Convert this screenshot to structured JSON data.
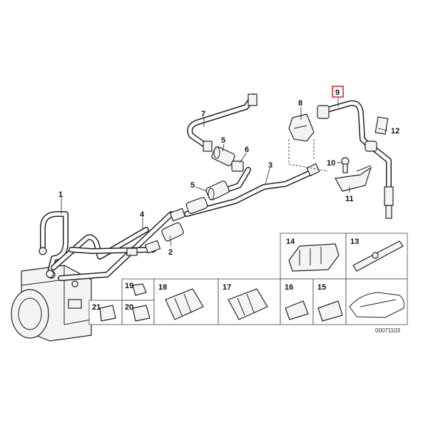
{
  "labels": {
    "p1": "1",
    "p2": "2",
    "p3": "3",
    "p4": "4",
    "p5a": "5",
    "p5b": "5",
    "p6": "6",
    "p7": "7",
    "p8": "8",
    "p9": "9",
    "p10": "10",
    "p11": "11",
    "p12": "12",
    "p13": "13",
    "p14": "14",
    "p15": "15",
    "p16": "16",
    "p17": "17",
    "p18": "18",
    "p19": "19",
    "p20": "20",
    "p21": "21"
  },
  "highlight": {
    "part": "9",
    "color": "#d42020"
  },
  "doc_number": "00071103"
}
